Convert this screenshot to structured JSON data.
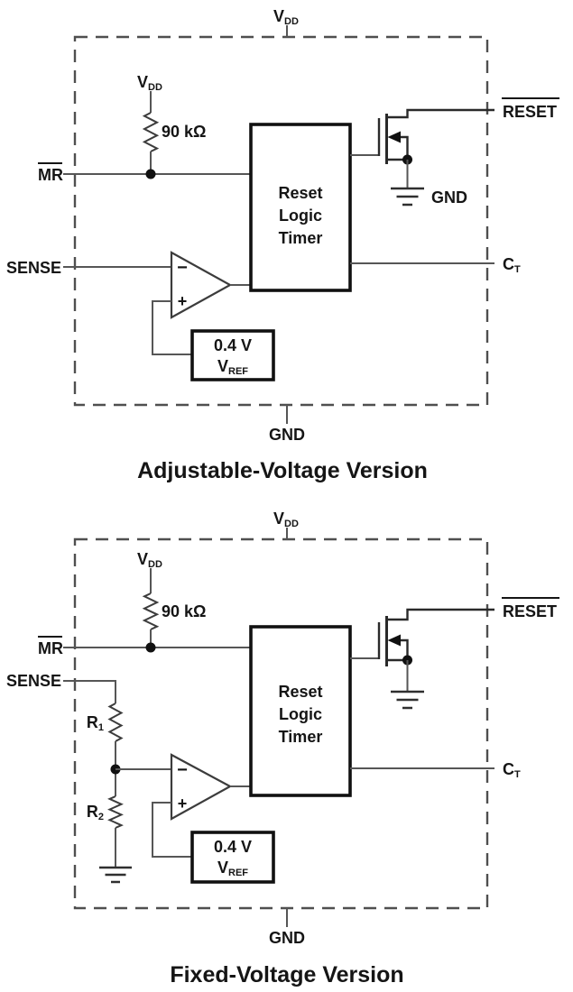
{
  "adjustable": {
    "caption": "Adjustable-Voltage Version",
    "pins": {
      "vdd": {
        "base": "V",
        "sub": "DD"
      },
      "gnd": "GND",
      "mr": "MR",
      "sense": "SENSE",
      "reset": "RESET",
      "ct": {
        "base": "C",
        "sub": "T"
      }
    },
    "pullup": {
      "rail": {
        "base": "V",
        "sub": "DD"
      },
      "value": "90 kΩ"
    },
    "opamp": {
      "minus": "−",
      "plus": "+"
    },
    "block": {
      "line1": "Reset",
      "line2": "Logic",
      "line3": "Timer"
    },
    "vref": {
      "value": "0.4 V",
      "name": {
        "base": "V",
        "sub": "REF"
      }
    },
    "fet_gnd_label": "GND"
  },
  "fixed": {
    "caption": "Fixed-Voltage Version",
    "pins": {
      "vdd": {
        "base": "V",
        "sub": "DD"
      },
      "gnd": "GND",
      "mr": "MR",
      "sense": "SENSE",
      "reset": "RESET",
      "ct": {
        "base": "C",
        "sub": "T"
      }
    },
    "pullup": {
      "rail": {
        "base": "V",
        "sub": "DD"
      },
      "value": "90 kΩ"
    },
    "divider": {
      "r1": {
        "base": "R",
        "sub": "1"
      },
      "r2": {
        "base": "R",
        "sub": "2"
      }
    },
    "opamp": {
      "minus": "−",
      "plus": "+"
    },
    "block": {
      "line1": "Reset",
      "line2": "Logic",
      "line3": "Timer"
    },
    "vref": {
      "value": "0.4 V",
      "name": {
        "base": "V",
        "sub": "REF"
      }
    }
  }
}
